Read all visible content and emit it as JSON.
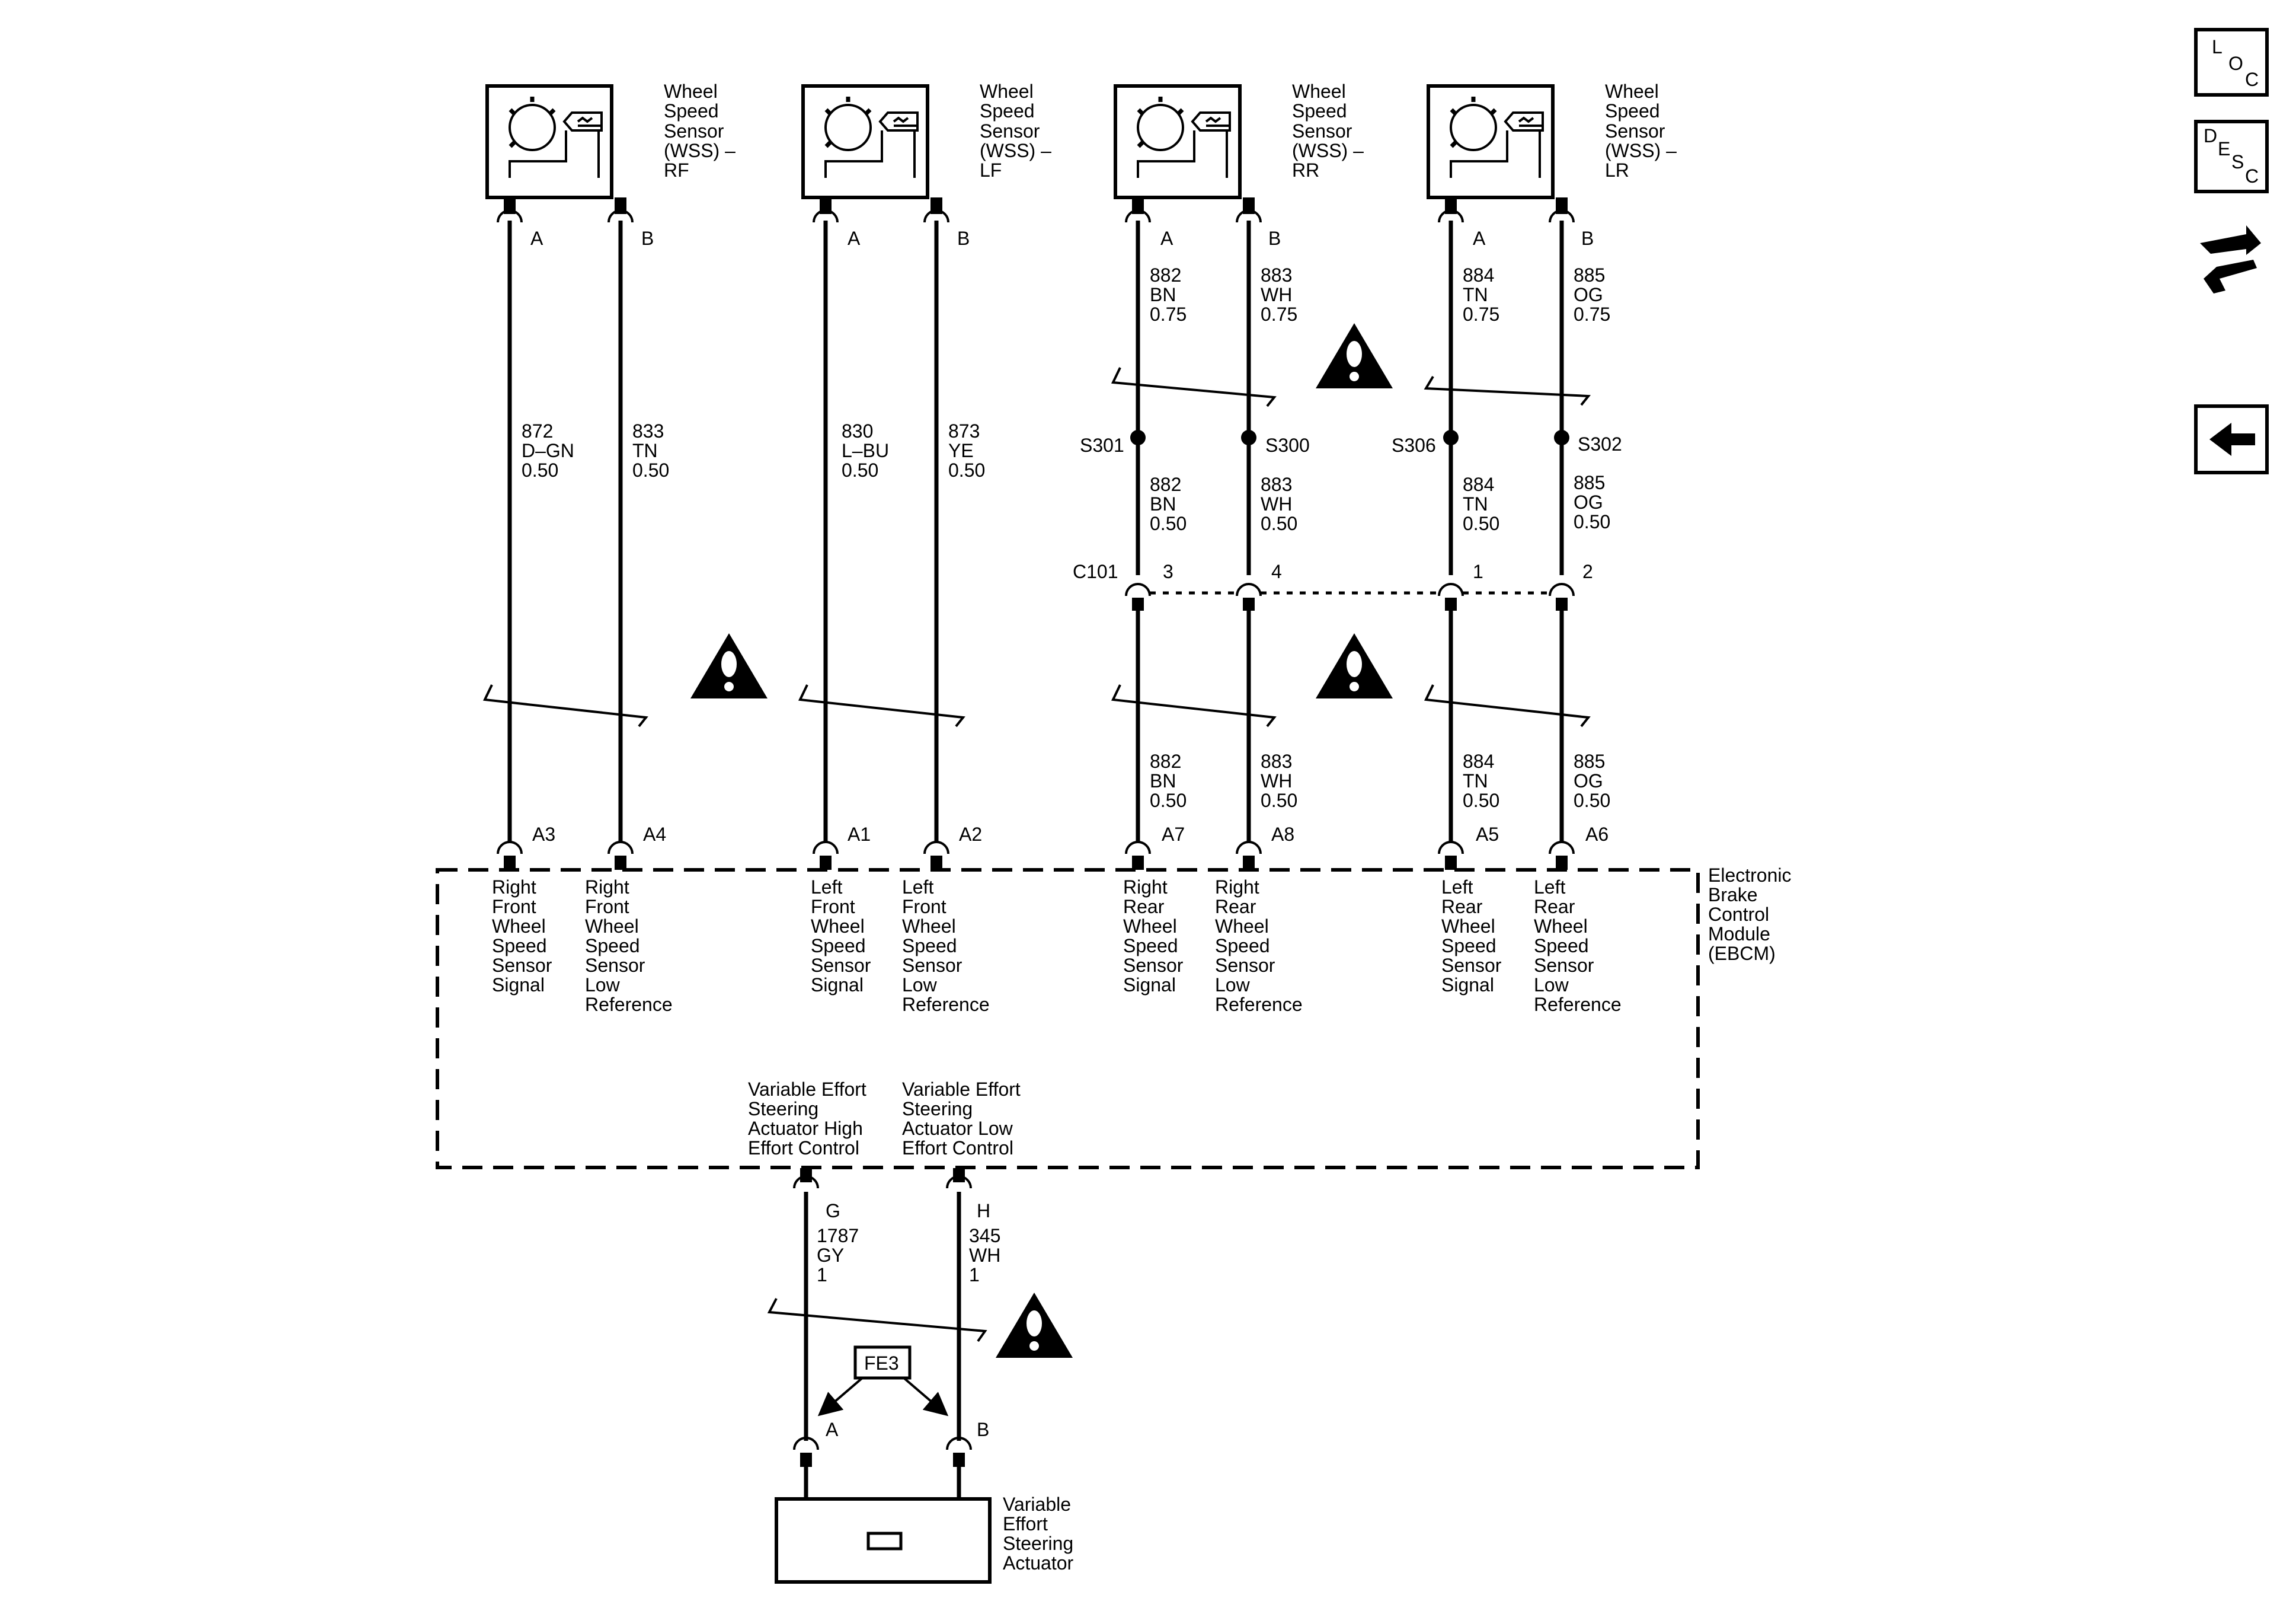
{
  "sensors": [
    {
      "title": [
        "Wheel",
        "Speed",
        "Sensor",
        "(WSS) –",
        "RF"
      ],
      "pins": [
        {
          "label": "A",
          "wire": [
            "",
            "",
            ""
          ]
        },
        {
          "label": "B",
          "wire": [
            "",
            "",
            ""
          ]
        }
      ],
      "mid_wires": [
        [
          "872",
          "D–GN",
          "0.50"
        ],
        [
          "833",
          "TN",
          "0.50"
        ]
      ],
      "ebcm_pins": [
        "A3",
        "A4"
      ],
      "ebcm_labels": [
        [
          "Right",
          "Front",
          "Wheel",
          "Speed",
          "Sensor",
          "Signal"
        ],
        [
          "Right",
          "Front",
          "Wheel",
          "Speed",
          "Sensor",
          "Low",
          "Reference"
        ]
      ]
    },
    {
      "title": [
        "Wheel",
        "Speed",
        "Sensor",
        "(WSS) –",
        "LF"
      ],
      "pins": [
        {
          "label": "A"
        },
        {
          "label": "B"
        }
      ],
      "mid_wires": [
        [
          "830",
          "L–BU",
          "0.50"
        ],
        [
          "873",
          "YE",
          "0.50"
        ]
      ],
      "ebcm_pins": [
        "A1",
        "A2"
      ],
      "ebcm_labels": [
        [
          "Left",
          "Front",
          "Wheel",
          "Speed",
          "Sensor",
          "Signal"
        ],
        [
          "Left",
          "Front",
          "Wheel",
          "Speed",
          "Sensor",
          "Low",
          "Reference"
        ]
      ]
    },
    {
      "title": [
        "Wheel",
        "Speed",
        "Sensor",
        "(WSS) –",
        "RR"
      ],
      "pins": [
        {
          "label": "A"
        },
        {
          "label": "B"
        }
      ],
      "top_wires": [
        [
          "882",
          "BN",
          "0.75"
        ],
        [
          "883",
          "WH",
          "0.75"
        ]
      ],
      "splices": [
        "S301",
        "S300"
      ],
      "splice_wires": [
        [
          "882",
          "BN",
          "0.50"
        ],
        [
          "883",
          "WH",
          "0.50"
        ]
      ],
      "c101_pins": [
        "3",
        "4"
      ],
      "bottom_wires": [
        [
          "882",
          "BN",
          "0.50"
        ],
        [
          "883",
          "WH",
          "0.50"
        ]
      ],
      "ebcm_pins": [
        "A7",
        "A8"
      ],
      "ebcm_labels": [
        [
          "Right",
          "Rear",
          "Wheel",
          "Speed",
          "Sensor",
          "Signal"
        ],
        [
          "Right",
          "Rear",
          "Wheel",
          "Speed",
          "Sensor",
          "Low",
          "Reference"
        ]
      ]
    },
    {
      "title": [
        "Wheel",
        "Speed",
        "Sensor",
        "(WSS) –",
        "LR"
      ],
      "pins": [
        {
          "label": "A"
        },
        {
          "label": "B"
        }
      ],
      "top_wires": [
        [
          "884",
          "TN",
          "0.75"
        ],
        [
          "885",
          "OG",
          "0.75"
        ]
      ],
      "splices": [
        "S306",
        "S302"
      ],
      "splice_wires": [
        [
          "884",
          "TN",
          "0.50"
        ],
        [
          "885",
          "OG",
          "0.50"
        ]
      ],
      "c101_pins": [
        "1",
        "2"
      ],
      "bottom_wires": [
        [
          "884",
          "TN",
          "0.50"
        ],
        [
          "885",
          "OG",
          "0.50"
        ]
      ],
      "ebcm_pins": [
        "A5",
        "A6"
      ],
      "ebcm_labels": [
        [
          "Left",
          "Rear",
          "Wheel",
          "Speed",
          "Sensor",
          "Signal"
        ],
        [
          "Left",
          "Rear",
          "Wheel",
          "Speed",
          "Sensor",
          "Low",
          "Reference"
        ]
      ]
    }
  ],
  "connector_c101": "C101",
  "ebcm": {
    "title": [
      "Electronic",
      "Brake",
      "Control",
      "Module",
      "(EBCM)"
    ]
  },
  "steering": {
    "labels": [
      [
        "Variable Effort",
        "Steering",
        "Actuator High",
        "Effort Control"
      ],
      [
        "Variable Effort",
        "Steering",
        "Actuator Low",
        "Effort Control"
      ]
    ],
    "ebcm_pins": [
      "G",
      "H"
    ],
    "wires": [
      [
        "1787",
        "GY",
        "1"
      ],
      [
        "345",
        "WH",
        "1"
      ]
    ],
    "option": "FE3",
    "actuator_pins": [
      "A",
      "B"
    ],
    "actuator_title": [
      "Variable",
      "Effort",
      "Steering",
      "Actuator"
    ]
  },
  "nav": {
    "loc": [
      "L",
      "O",
      "C"
    ],
    "desc": [
      "D",
      "E",
      "S",
      "C"
    ]
  },
  "icons": [
    "wheel-speed-sensor-icon",
    "caution-icon",
    "tools-icon",
    "back-arrow-icon"
  ]
}
